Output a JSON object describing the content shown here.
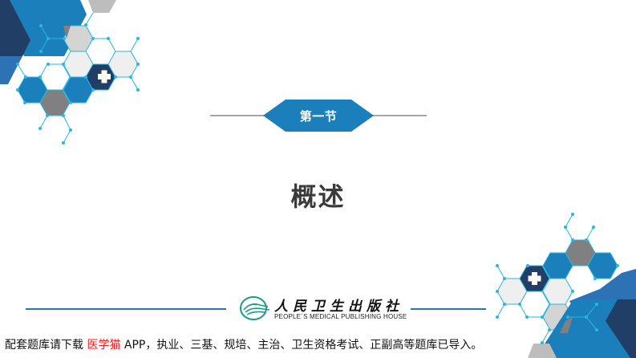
{
  "section": {
    "label": "第一节"
  },
  "title": "概述",
  "publisher": {
    "name_cn": "人民卫生出版社",
    "name_en": "PEOPLE´S MEDICAL PUBLISHING HOUSE"
  },
  "notice": {
    "prefix": "配套题库请下载 ",
    "app_name": "医学猫",
    "suffix": " APP，执业、三基、规培、主治、卫生资格考试、正副高等题库已导入。"
  },
  "colors": {
    "primary_blue": "#1a7fba",
    "dark_navy": "#213f66",
    "mid_blue": "#2d72b5",
    "cyan_line": "#29b6e0",
    "gray": "#808080",
    "light_gray": "#d4d4d4",
    "pale_gray": "#efefef",
    "app_red": "#ff1a1a"
  },
  "icons": {
    "medical_cross": "medical-cross-icon",
    "publisher_logo": "pmph-logo-icon"
  }
}
